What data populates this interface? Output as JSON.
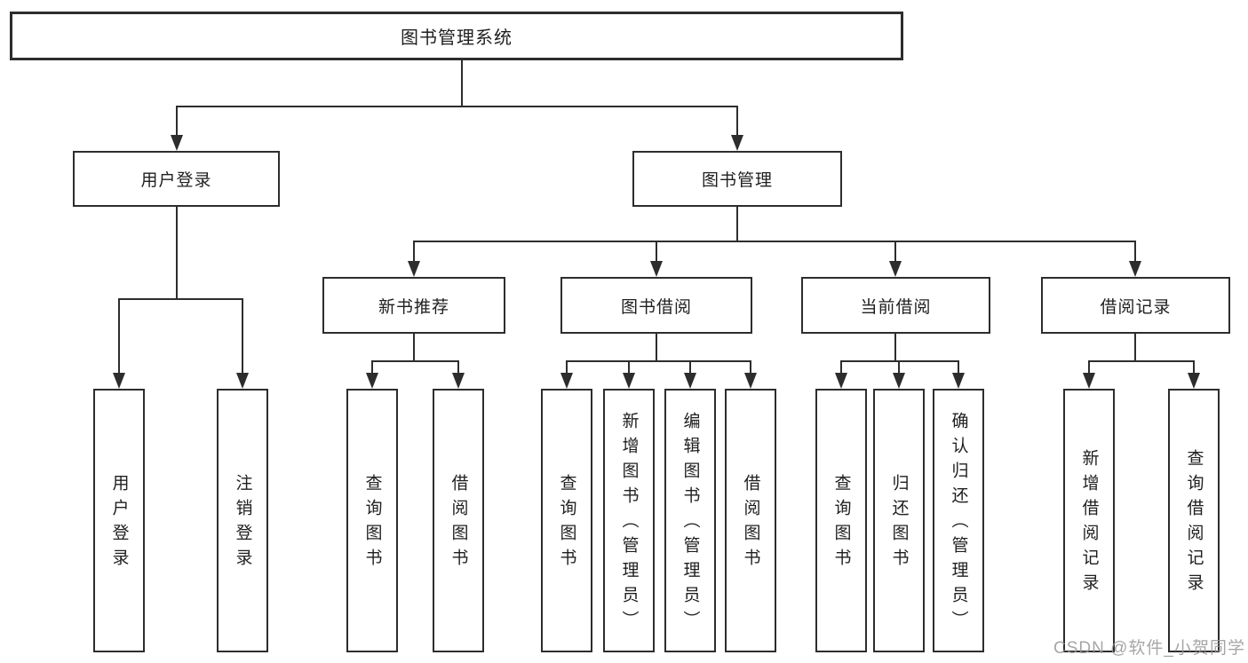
{
  "diagram": {
    "title": "图书管理系统",
    "root": {
      "label": "图书管理系统"
    },
    "branches": {
      "user_login": {
        "label": "用户登录",
        "children": [
          "用户登录",
          "注销登录"
        ]
      },
      "book_mgmt": {
        "label": "图书管理"
      },
      "new_book": {
        "label": "新书推荐",
        "children": [
          "查询图书",
          "借阅图书"
        ]
      },
      "borrow": {
        "label": "图书借阅",
        "children": [
          "查询图书",
          "新增图书（管理员）",
          "编辑图书（管理员）",
          "借阅图书"
        ]
      },
      "current": {
        "label": "当前借阅",
        "children": [
          "查询图书",
          "归还图书",
          "确认归还（管理员）"
        ]
      },
      "record": {
        "label": "借阅记录",
        "children": [
          "新增借阅记录",
          "查询借阅记录"
        ]
      }
    }
  },
  "watermark": {
    "text": "CSDN @软件_小贺同学"
  },
  "colors": {
    "line": "#2d2d2d",
    "text": "#1f1f1f",
    "background": "#ffffff",
    "watermark": "#969696"
  }
}
